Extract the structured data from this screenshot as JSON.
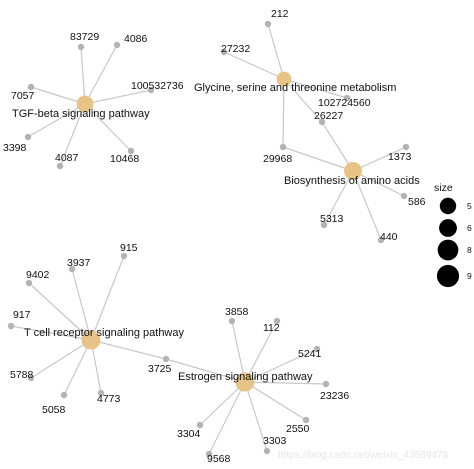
{
  "chart_data": {
    "type": "network",
    "title": "",
    "pathways": [
      {
        "name": "TGF-beta signaling pathway",
        "size": 7
      },
      {
        "name": "Glycine, serine and threonine metabolism",
        "size": 5
      },
      {
        "name": "Biosynthesis of amino acids",
        "size": 8
      },
      {
        "name": "T cell receptor signaling pathway",
        "size": 9
      },
      {
        "name": "Estrogen signaling pathway",
        "size": 9
      }
    ],
    "genes": [
      "83729",
      "4086",
      "100532736",
      "7057",
      "3398",
      "4087",
      "10468",
      "212",
      "27232",
      "102724560",
      "26227",
      "29968",
      "1373",
      "586",
      "440",
      "5313",
      "9402",
      "3937",
      "915",
      "917",
      "5788",
      "5058",
      "4773",
      "3725",
      "3858",
      "112",
      "5241",
      "23236",
      "2550",
      "3303",
      "9568",
      "3304"
    ],
    "edges": [
      [
        "TGF-beta signaling pathway",
        "83729"
      ],
      [
        "TGF-beta signaling pathway",
        "4086"
      ],
      [
        "TGF-beta signaling pathway",
        "100532736"
      ],
      [
        "TGF-beta signaling pathway",
        "7057"
      ],
      [
        "TGF-beta signaling pathway",
        "3398"
      ],
      [
        "TGF-beta signaling pathway",
        "4087"
      ],
      [
        "TGF-beta signaling pathway",
        "10468"
      ],
      [
        "Glycine, serine and threonine metabolism",
        "212"
      ],
      [
        "Glycine, serine and threonine metabolism",
        "27232"
      ],
      [
        "Glycine, serine and threonine metabolism",
        "102724560"
      ],
      [
        "Glycine, serine and threonine metabolism",
        "26227"
      ],
      [
        "Glycine, serine and threonine metabolism",
        "29968"
      ],
      [
        "Biosynthesis of amino acids",
        "26227"
      ],
      [
        "Biosynthesis of amino acids",
        "29968"
      ],
      [
        "Biosynthesis of amino acids",
        "1373"
      ],
      [
        "Biosynthesis of amino acids",
        "586"
      ],
      [
        "Biosynthesis of amino acids",
        "440"
      ],
      [
        "Biosynthesis of amino acids",
        "5313"
      ],
      [
        "T cell receptor signaling pathway",
        "9402"
      ],
      [
        "T cell receptor signaling pathway",
        "3937"
      ],
      [
        "T cell receptor signaling pathway",
        "915"
      ],
      [
        "T cell receptor signaling pathway",
        "917"
      ],
      [
        "T cell receptor signaling pathway",
        "5788"
      ],
      [
        "T cell receptor signaling pathway",
        "5058"
      ],
      [
        "T cell receptor signaling pathway",
        "4773"
      ],
      [
        "T cell receptor signaling pathway",
        "3725"
      ],
      [
        "Estrogen signaling pathway",
        "3725"
      ],
      [
        "Estrogen signaling pathway",
        "3858"
      ],
      [
        "Estrogen signaling pathway",
        "112"
      ],
      [
        "Estrogen signaling pathway",
        "5241"
      ],
      [
        "Estrogen signaling pathway",
        "23236"
      ],
      [
        "Estrogen signaling pathway",
        "2550"
      ],
      [
        "Estrogen signaling pathway",
        "3303"
      ],
      [
        "Estrogen signaling pathway",
        "9568"
      ],
      [
        "Estrogen signaling pathway",
        "3304"
      ]
    ],
    "legend": {
      "title": "size",
      "values": [
        5,
        6,
        8,
        9
      ],
      "placement": "right"
    },
    "colors": {
      "pathway_node": "#e8c388",
      "gene_node": "#b3b3b3",
      "edge": "#c8c8c8",
      "legend_dot": "#000000"
    }
  },
  "watermark": "https://blog.csdn.net/weixin_43589478"
}
